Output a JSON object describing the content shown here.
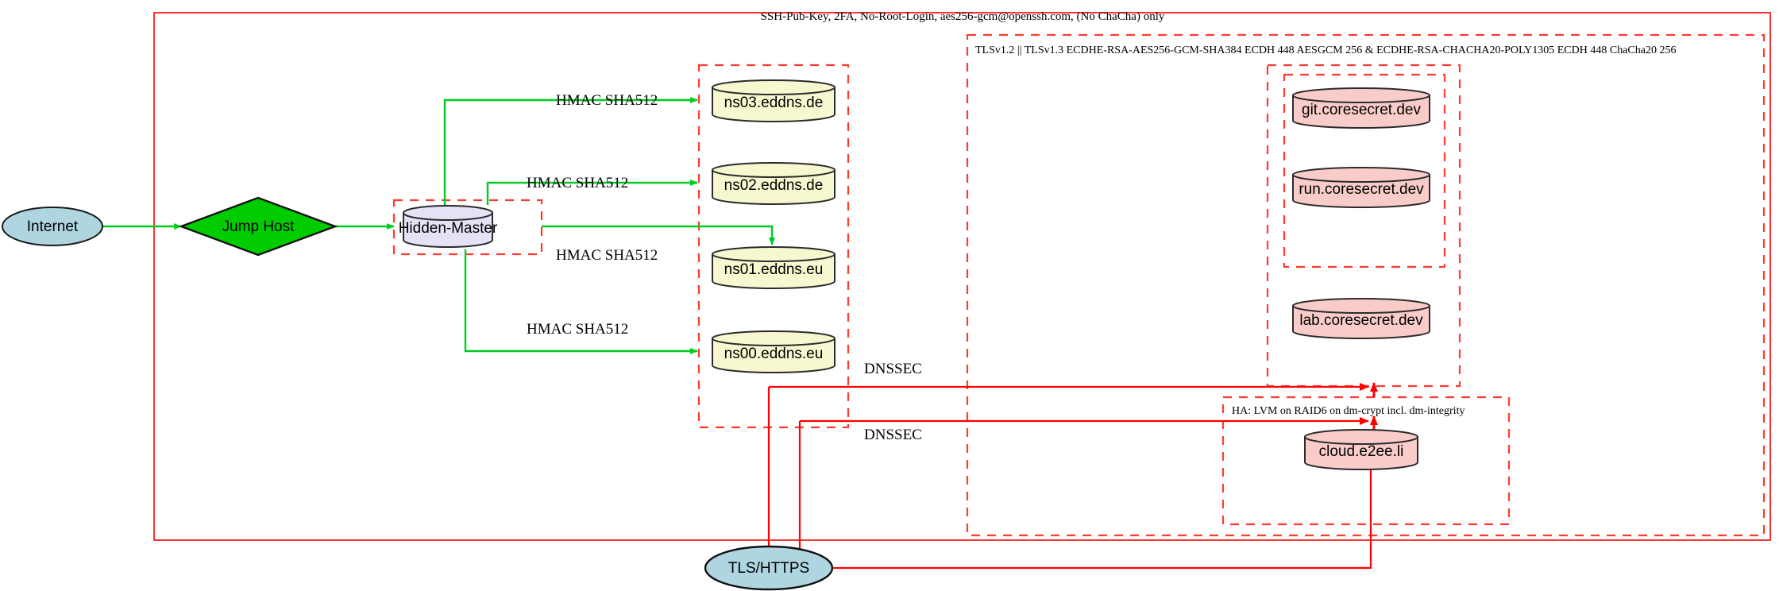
{
  "diagram": {
    "title_label": "SSH-Pub-Key, 2FA, No-Root-Login, aes256-gcm@openssh.com, (No ChaCha) only",
    "tls_cluster_label": "TLSv1.2 || TLSv1.3 ECDHE-RSA-AES256-GCM-SHA384 ECDH 448 AESGCM 256 & ECDHE-RSA-CHACHA20-POLY1305 ECDH 448 ChaCha20 256",
    "ha_cluster_label": "HA: LVM on RAID6 on dm-crypt incl. dm-integrity"
  },
  "nodes": {
    "internet": "Internet",
    "jump_host": "Jump Host",
    "hidden_master": "Hidden-Master",
    "ns03": "ns03.eddns.de",
    "ns02": "ns02.eddns.de",
    "ns01": "ns01.eddns.eu",
    "ns00": "ns00.eddns.eu",
    "git": "git.coresecret.dev",
    "run": "run.coresecret.dev",
    "lab": "lab.coresecret.dev",
    "cloud": "cloud.e2ee.li",
    "tls_https": "TLS/HTTPS"
  },
  "edges": {
    "hmac_1": "HMAC SHA512",
    "hmac_2": "HMAC SHA512",
    "hmac_3": "HMAC SHA512",
    "hmac_4": "HMAC SHA512",
    "dnssec_1": "DNSSEC",
    "dnssec_2": "DNSSEC"
  },
  "colors": {
    "boundary_red": "#ff0000",
    "edge_green": "#00cc22",
    "internet_fill": "#aed5e0",
    "jump_host_fill": "#00cc00",
    "hidden_master_fill": "#e3e3f5",
    "ns_fill": "#f7f7d0",
    "service_fill": "#f9ccc9",
    "stroke_dark": "#2b2b2b"
  }
}
